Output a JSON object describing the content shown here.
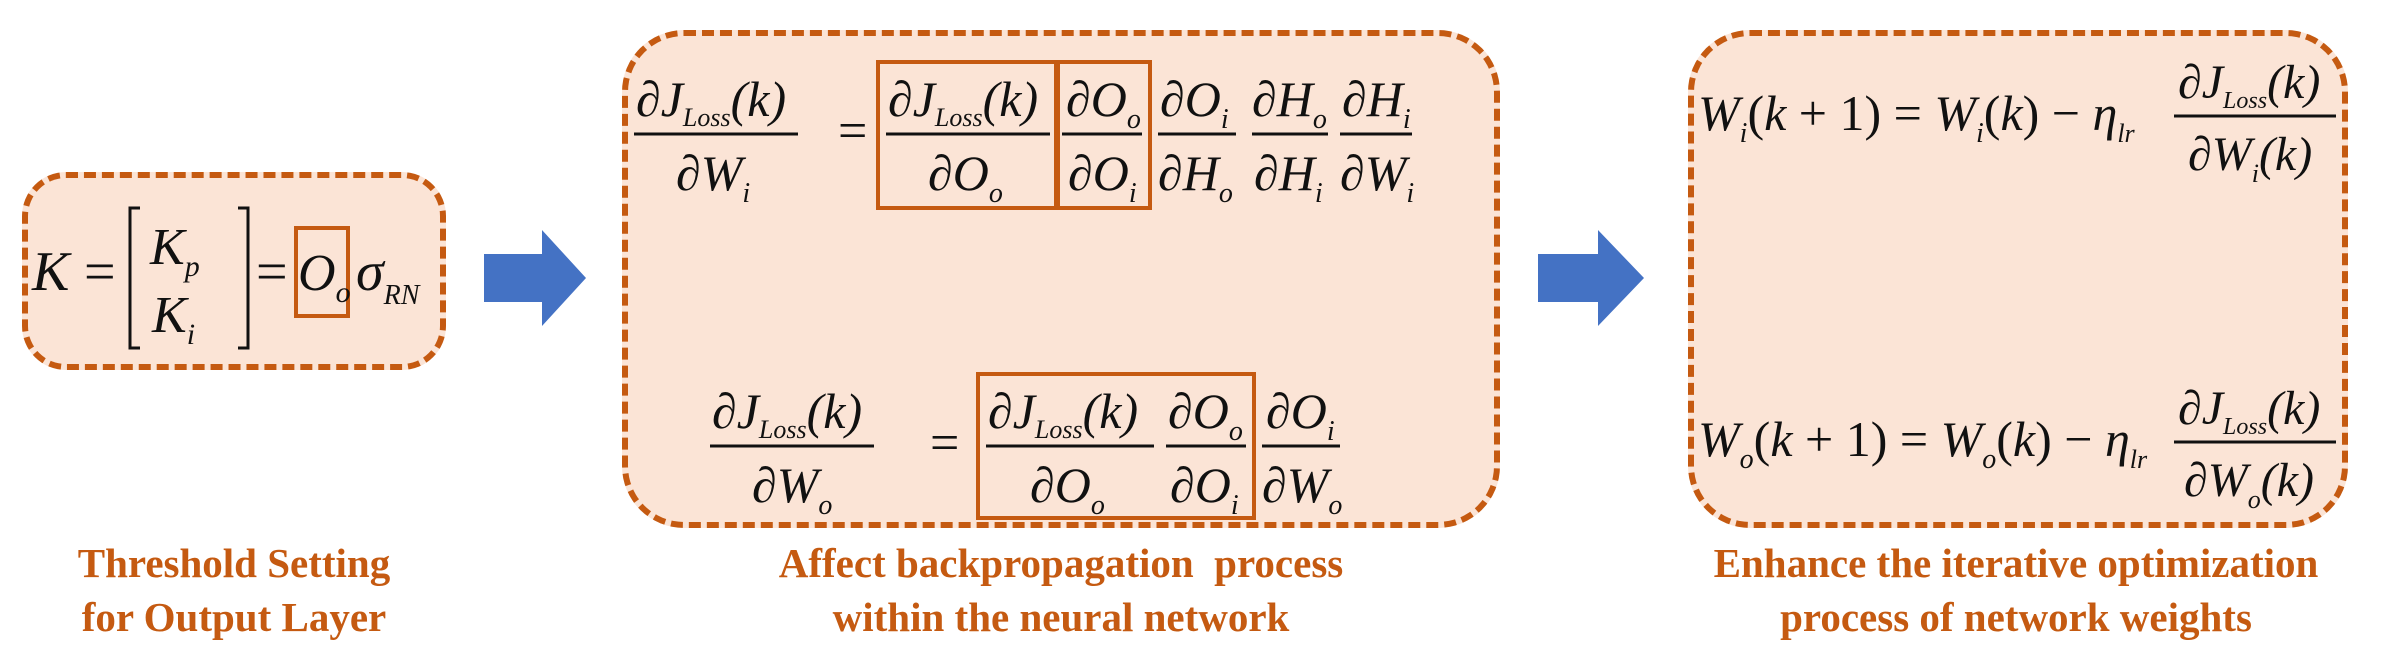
{
  "panels": [
    {
      "caption_lines": [
        "Threshold Setting",
        "for Output Layer"
      ]
    },
    {
      "caption_lines": [
        "Affect backpropagation  process",
        "within the neural network"
      ]
    },
    {
      "caption_lines": [
        "Enhance the iterative optimization",
        "process of network weights"
      ]
    }
  ],
  "equations": {
    "threshold": "K = [Kp; Ki] = Oo σRN",
    "grad_wi": "∂JLoss(k)/∂Wi = ∂JLoss(k)/∂Oo · ∂Oo/∂Oi · ∂Oi/∂Ho · ∂Ho/∂Hi · ∂Hi/∂Wi",
    "grad_wo": "∂JLoss(k)/∂Wo = ∂JLoss(k)/∂Oo · ∂Oo/∂Oi · ∂Oi/∂Wo",
    "update_wi": "Wi(k+1) = Wi(k) − ηlr ∂JLoss(k)/∂Wi(k)",
    "update_wo": "Wo(k+1) = Wo(k) − ηlr ∂JLoss(k)/∂Wo(k)"
  },
  "colors": {
    "panel_fill": "#fbe4d6",
    "panel_border": "#c55a11",
    "arrow": "#4472c4",
    "caption": "#c55a11"
  }
}
